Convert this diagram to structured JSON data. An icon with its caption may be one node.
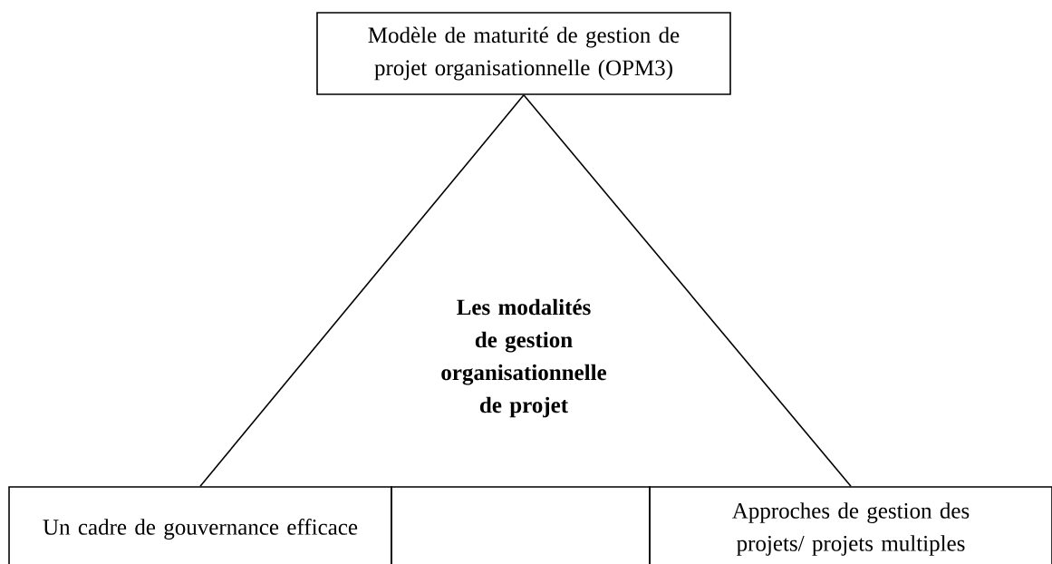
{
  "diagram": {
    "nodes": [
      {
        "text": [
          "Modèle de maturité de gestion de projet organisationnelle (OPM3)"
        ]
      },
      {
        "text": [
          "Un cadre de gouvernance efficace"
        ]
      },
      {
        "text": [],
        "shape": "box"
      },
      {
        "text": [
          "Approches de gestion des projets/ projets multiples"
        ]
      }
    ],
    "edges": [
      {
        "from": 0,
        "to": 1,
        "arrow": "none"
      },
      {
        "from": 0,
        "to": 3,
        "arrow": "none"
      }
    ],
    "labels": [
      "Les modalités de gestion organisationnelle de projet"
    ]
  }
}
